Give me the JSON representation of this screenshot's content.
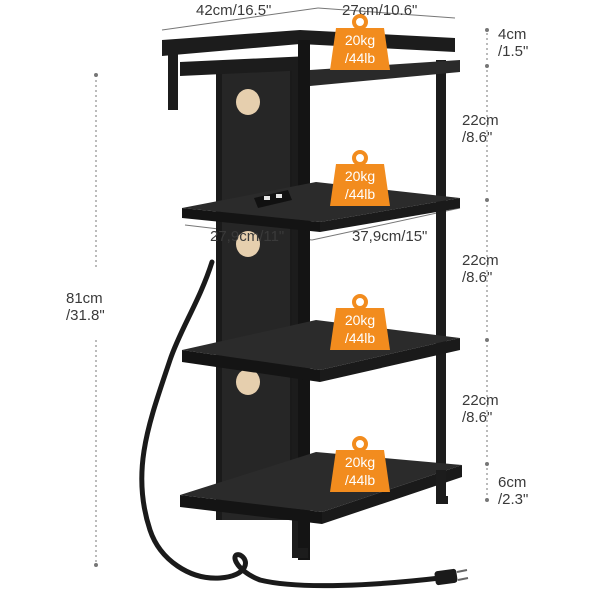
{
  "dimensions": {
    "width": "42cm/16.5\"",
    "depth": "27cm/10.6\"",
    "top_gap": {
      "cm": "4cm",
      "in": "/1.5\""
    },
    "gap1": {
      "cm": "22cm",
      "in": "/8.6\""
    },
    "gap2": {
      "cm": "22cm",
      "in": "/8.6\""
    },
    "gap3": {
      "cm": "22cm",
      "in": "/8.6\""
    },
    "bottom_gap": {
      "cm": "6cm",
      "in": "/2.3\""
    },
    "height": {
      "cm": "81cm",
      "in": "/31.8\""
    },
    "shelf_width": "27,9cm/11\"",
    "shelf_length": "37,9cm/15\""
  },
  "weights": [
    {
      "kg": "20kg",
      "lb": "/44lb"
    },
    {
      "kg": "20kg",
      "lb": "/44lb"
    },
    {
      "kg": "20kg",
      "lb": "/44lb"
    },
    {
      "kg": "20kg",
      "lb": "/44lb"
    }
  ],
  "colors": {
    "frame": "#1c1c1c",
    "shelf_top": "#2b2b2b",
    "badge": "#f28c1e",
    "dim_line": "#777777"
  },
  "icons": [
    "weight-icon",
    "power-strip-icon",
    "power-plug-icon"
  ]
}
